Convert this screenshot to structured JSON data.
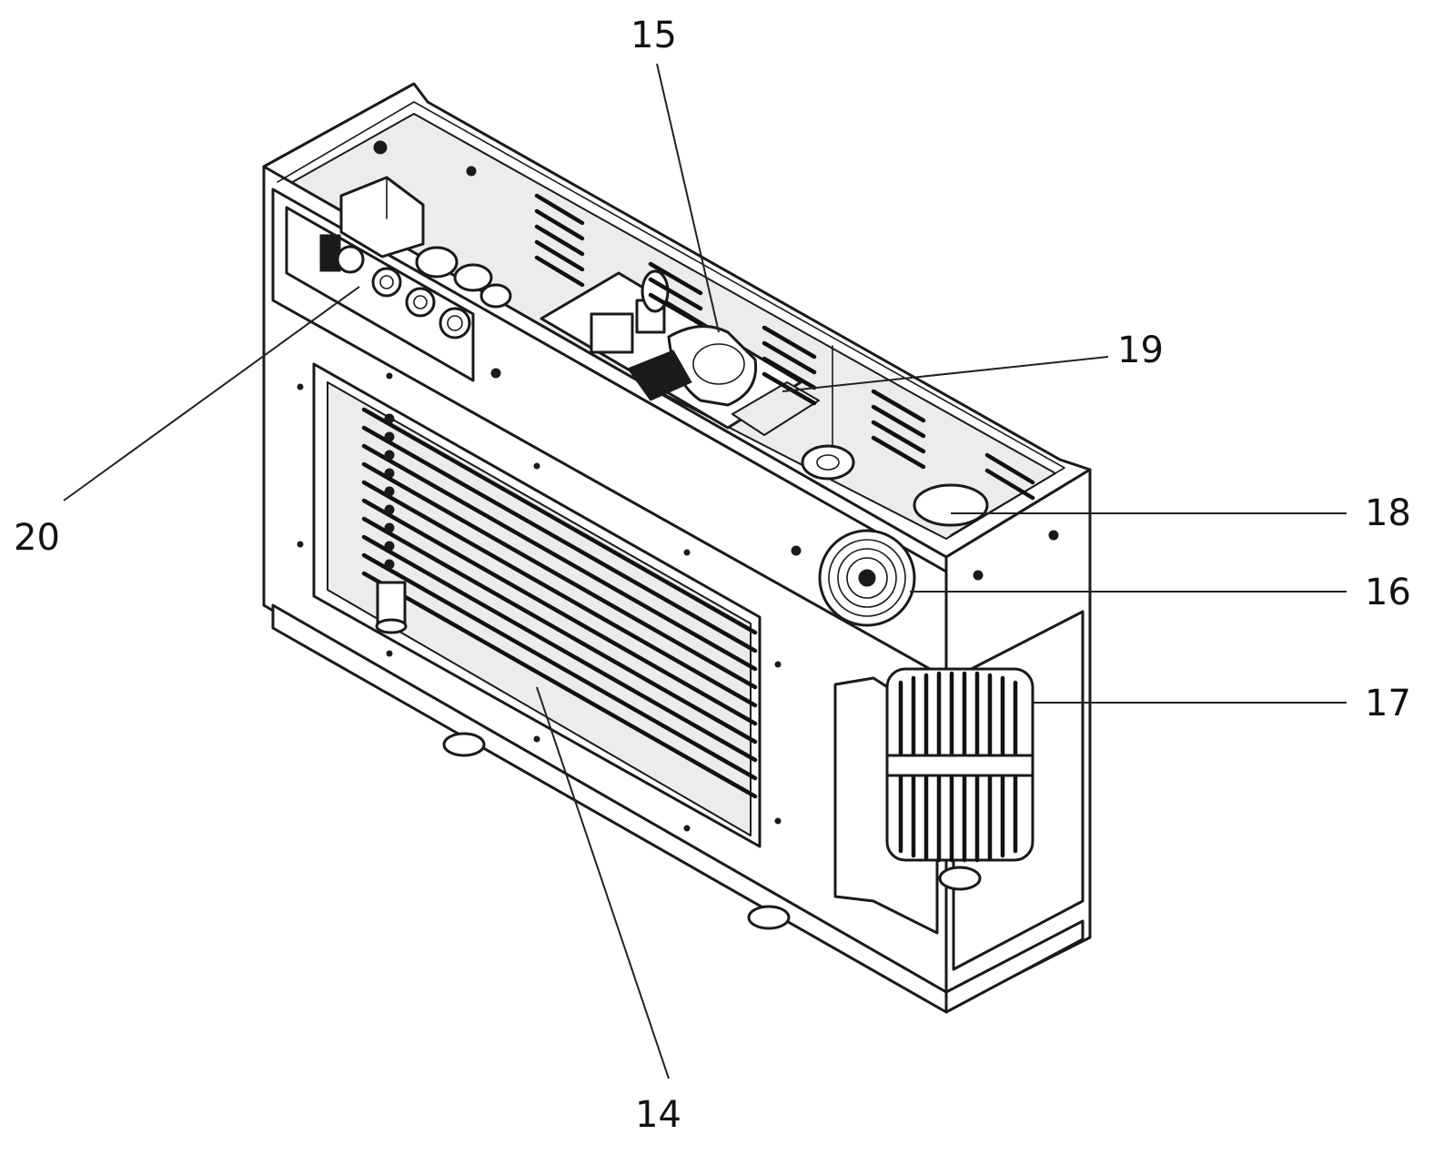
{
  "diagram": {
    "callouts": [
      {
        "id": "c15",
        "text": "15"
      },
      {
        "id": "c19",
        "text": "19"
      },
      {
        "id": "c20",
        "text": "20"
      },
      {
        "id": "c18",
        "text": "18"
      },
      {
        "id": "c16",
        "text": "16"
      },
      {
        "id": "c17",
        "text": "17"
      },
      {
        "id": "c14",
        "text": "14"
      }
    ]
  }
}
